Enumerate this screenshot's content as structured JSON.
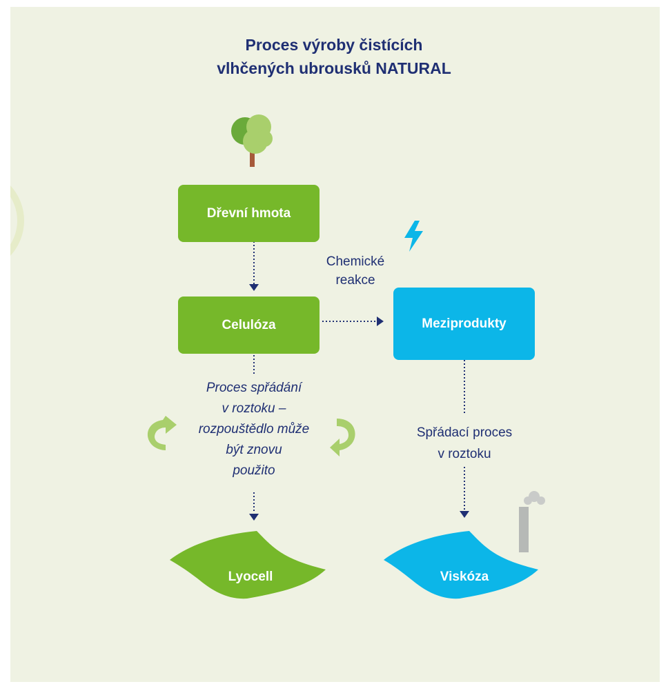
{
  "title": {
    "line1": "Proces výroby čistících",
    "line2": "vlhčených ubrousků NATURAL"
  },
  "nodes": {
    "wood": "Dřevní hmota",
    "cellulose": "Celulóza",
    "intermediates": "Meziprodukty",
    "lyocell": "Lyocell",
    "viscose": "Viskóza"
  },
  "labels": {
    "chemical_line1": "Chemické",
    "chemical_line2": "reakce",
    "lyocell_process": [
      "Proces spřádání",
      "v roztoku –",
      "rozpouštědlo může",
      "být znovu",
      "použito"
    ],
    "viscose_process_line1": "Spřádací proces",
    "viscose_process_line2": "v roztoku"
  },
  "colors": {
    "background": "#eff2e3",
    "green": "#76b82a",
    "blue": "#0cb6e8",
    "navy": "#1f2f73",
    "light_green": "#a9cf6c"
  },
  "icons": [
    "tree-icon",
    "lightning-icon",
    "factory-chimney-icon",
    "recycle-arrow-left-icon",
    "recycle-arrow-right-icon"
  ]
}
